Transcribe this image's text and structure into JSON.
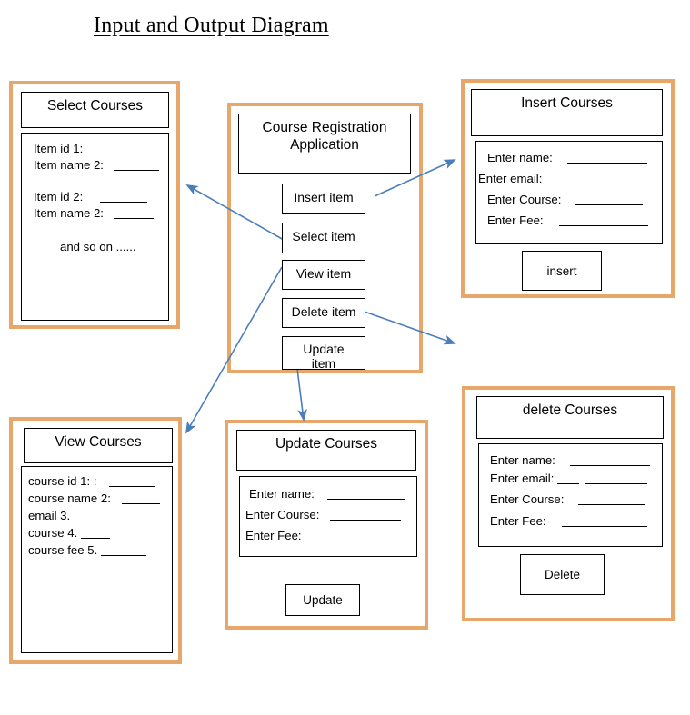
{
  "title": "Input and Output Diagram",
  "panels": {
    "select_courses": {
      "header": "Select Courses",
      "lines": [
        "Item id 1:",
        "Item name 2:",
        "Item id 2:",
        "Item name 2:",
        "and so on ......"
      ]
    },
    "app": {
      "header": "Course Registration\nApplication",
      "buttons": [
        "Insert item",
        "Select item",
        "View item",
        "Delete item",
        "Update\nitem"
      ]
    },
    "insert_courses": {
      "header": "Insert Courses",
      "lines": [
        "Enter name:",
        "Enter email:",
        "Enter Course:",
        "Enter Fee:"
      ],
      "action": "insert"
    },
    "view_courses": {
      "header": "View Courses",
      "lines": [
        "course id 1: :",
        "course name 2:",
        "email 3.",
        "course 4.",
        "course fee 5."
      ]
    },
    "update_courses": {
      "header": "Update Courses",
      "lines": [
        "Enter name:",
        "Enter Course:",
        "Enter Fee:"
      ],
      "action": "Update"
    },
    "delete_courses": {
      "header": "delete Courses",
      "lines": [
        "Enter name:",
        "Enter email:",
        "Enter Course:",
        "Enter Fee:"
      ],
      "action": "Delete"
    }
  },
  "colors": {
    "panel_border": "#E8A76A",
    "box_border": "#000000",
    "arrow": "#4A7EBB",
    "background": "#FFFFFF"
  },
  "arrows": [
    {
      "name": "select-item-to-select-courses",
      "from": "Select item",
      "to": "Select Courses"
    },
    {
      "name": "insert-item-to-insert-courses",
      "from": "Insert item",
      "to": "Insert Courses"
    },
    {
      "name": "delete-item-to-delete-courses",
      "from": "Delete item",
      "to": "delete Courses"
    },
    {
      "name": "view-item-to-view-courses",
      "from": "View item",
      "to": "View Courses"
    },
    {
      "name": "app-to-update-courses",
      "from": "Course Registration Application",
      "to": "Update Courses"
    }
  ]
}
